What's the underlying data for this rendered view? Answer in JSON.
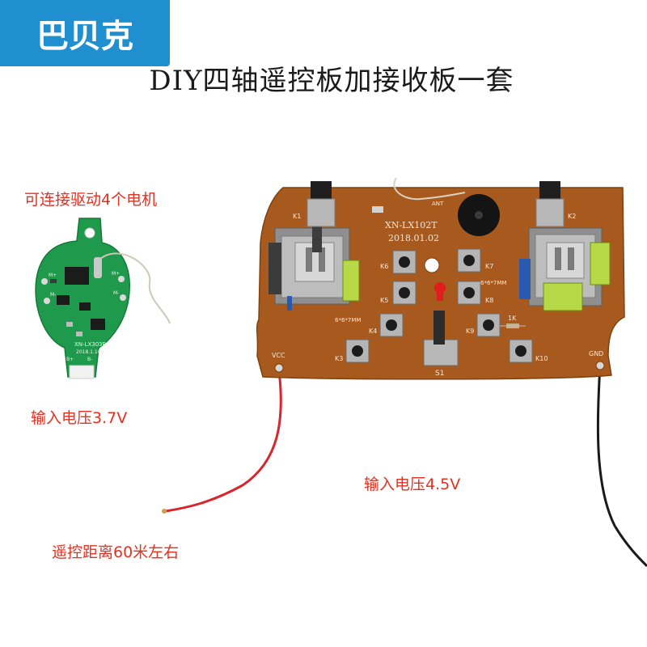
{
  "brand": {
    "name": "巴贝克",
    "color": "#1f8fd0"
  },
  "title": "DIY四轴遥控板加接收板一套",
  "captions": {
    "motors": "可连接驱动4个电机",
    "input_voltage_receiver": "输入电压3.7V",
    "input_voltage_remote": "输入电压4.5V",
    "range": "遥控距离60米左右"
  },
  "caption_color": "#e53020",
  "receiver_board": {
    "color": "#1f9a4c",
    "model": "XN-LX303R",
    "date": "2018.1.109",
    "terminals": [
      "M+",
      "M-",
      "M+",
      "M-",
      "B+",
      "B-"
    ]
  },
  "remote_board": {
    "color": "#a85a1e",
    "model": "XN-LX102T",
    "date": "2018.01.02",
    "antenna_label": "ANT",
    "power_labels": {
      "vcc": "VCC",
      "gnd": "GND"
    },
    "switch_label": "S1",
    "resistor_label": "1K",
    "button_size_labels": [
      "6*6*7MM",
      "6*6*7MM"
    ],
    "keys": [
      "K1",
      "K2",
      "K3",
      "K4",
      "K5",
      "K6",
      "K7",
      "K8",
      "K9",
      "K10"
    ]
  },
  "wires": {
    "vcc_color": "#d8262c",
    "gnd_color": "#1a1a1a"
  }
}
